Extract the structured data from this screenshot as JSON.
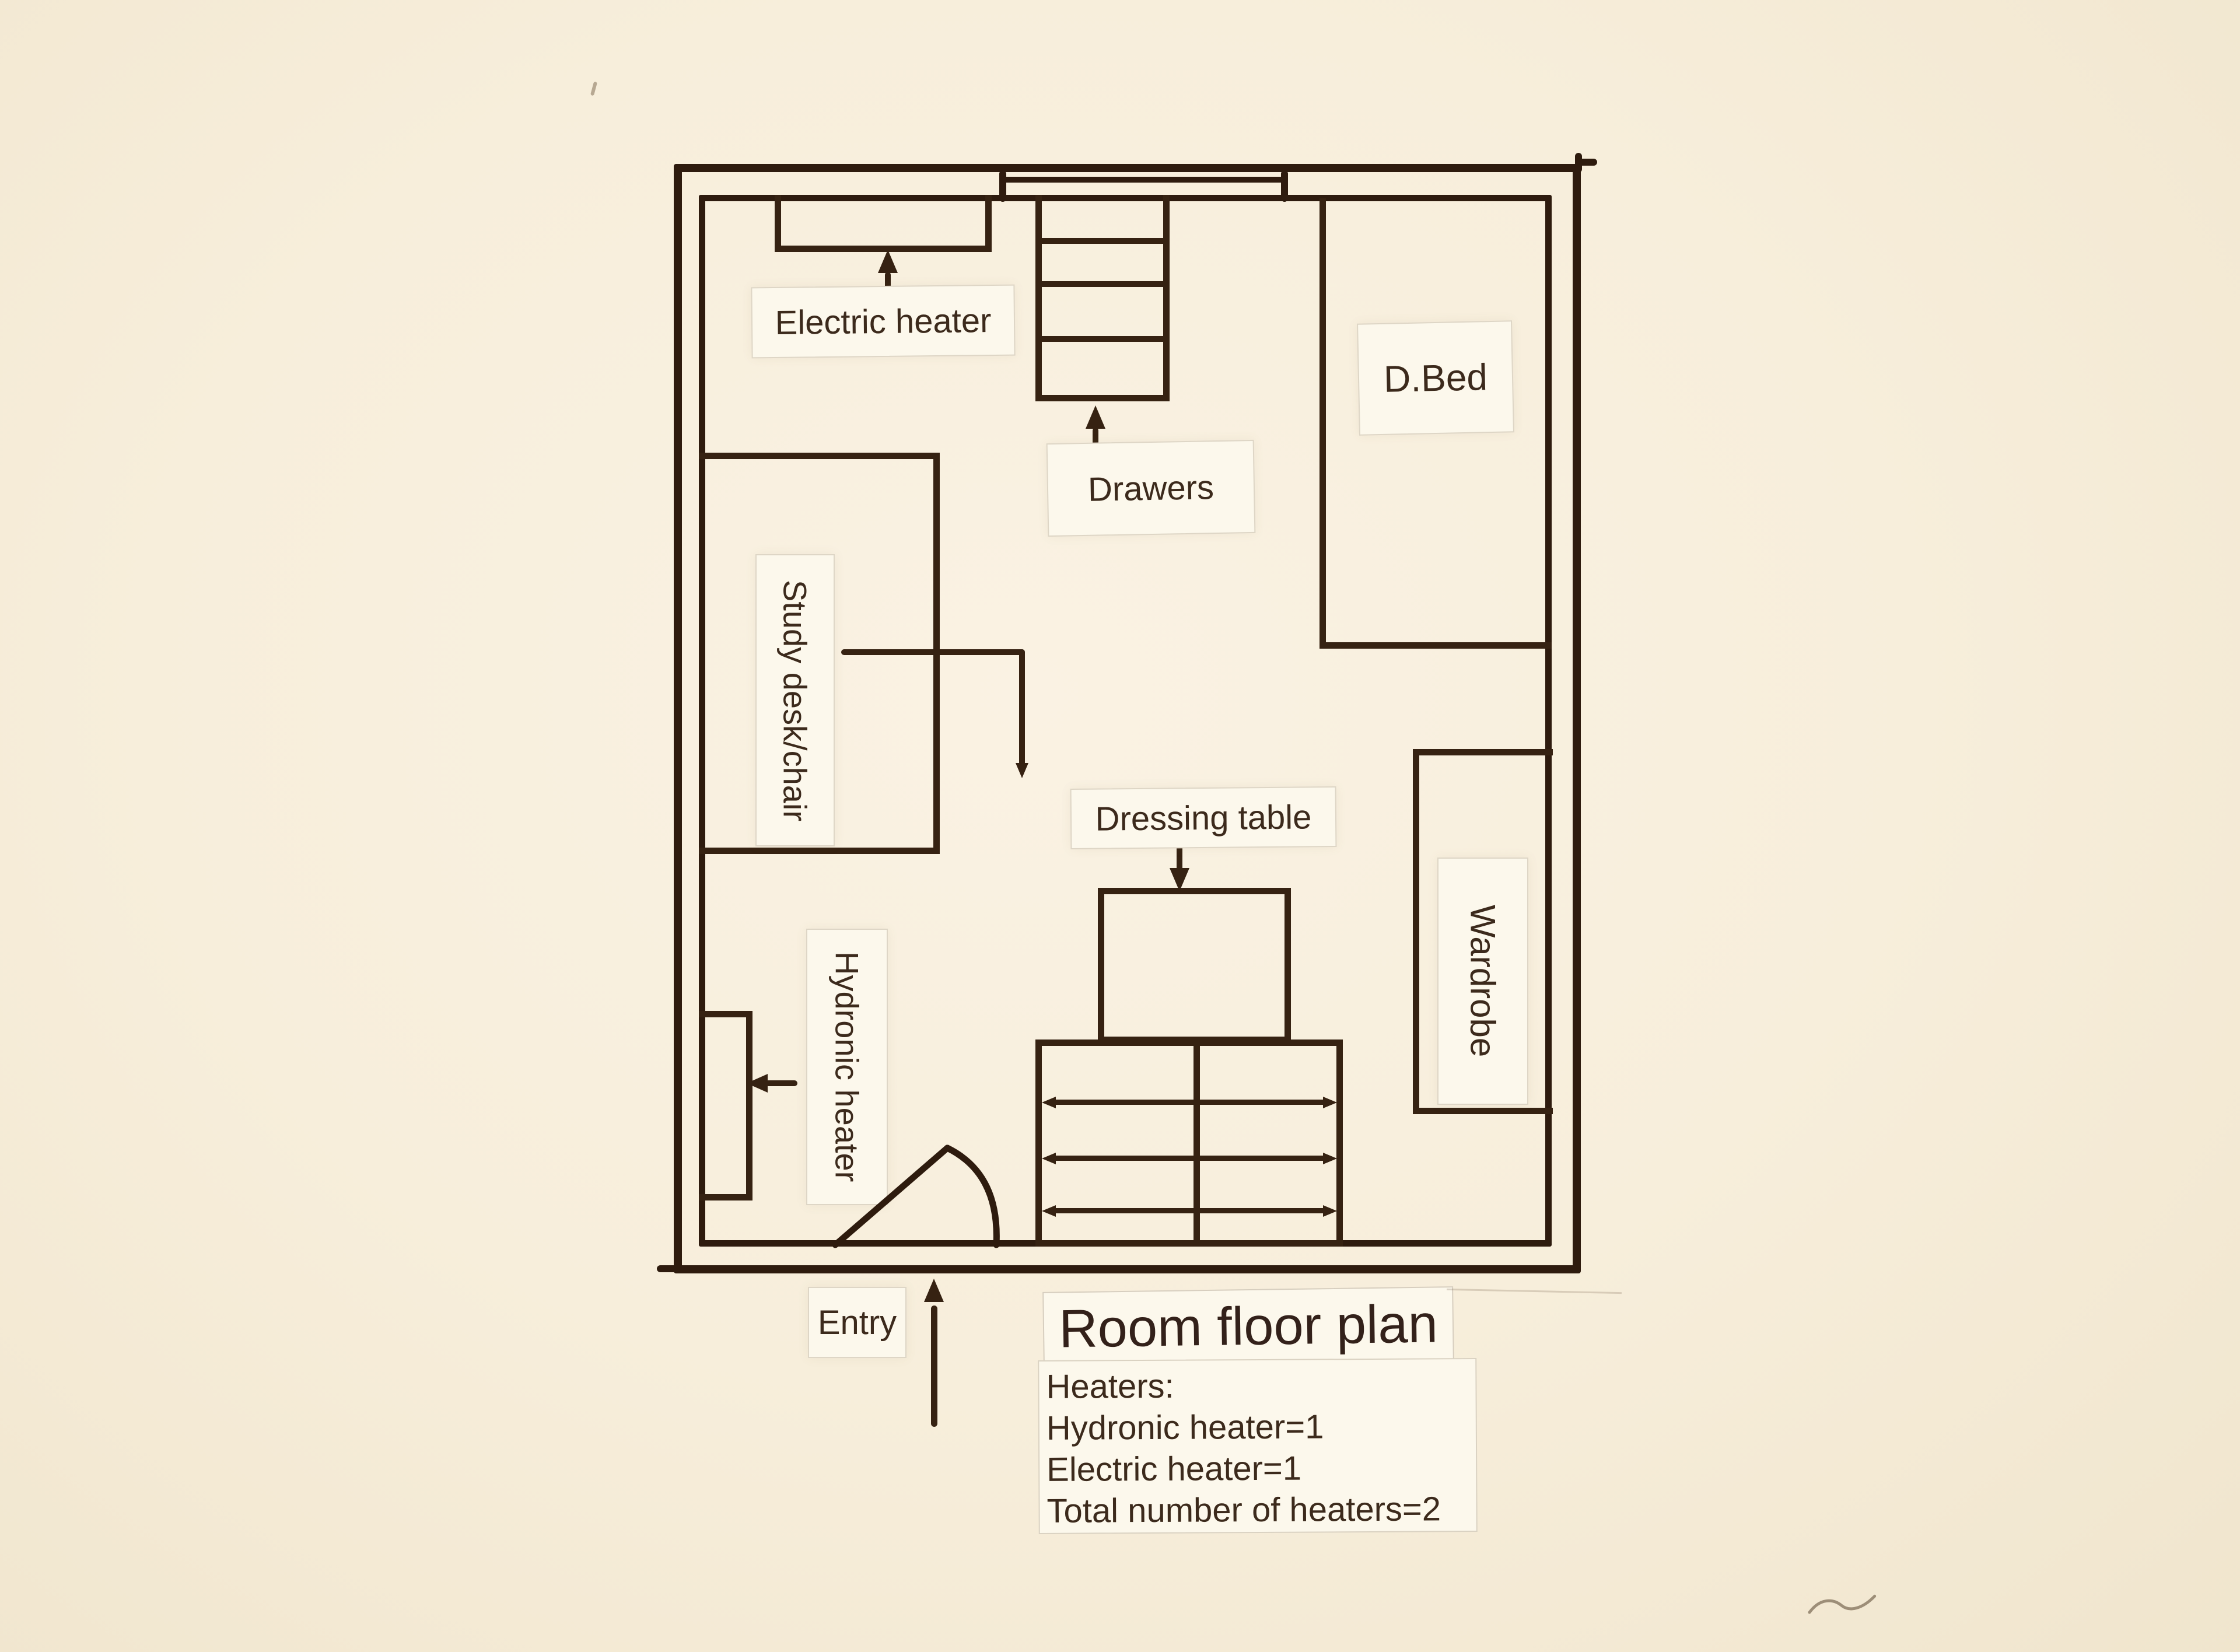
{
  "title": "Room floor plan",
  "labels": {
    "electric_heater": "Electric heater",
    "drawers": "Drawers",
    "double_bed": "D.Bed",
    "study_desk": "Study desk/chair",
    "dressing_table": "Dressing table",
    "wardrobe": "Wardrobe",
    "hydronic_heater": "Hydronic heater",
    "entry": "Entry"
  },
  "notes": {
    "heading": "Heaters:",
    "lines": [
      "Hydronic heater=1",
      "Electric heater=1",
      "Total number of heaters=2"
    ]
  },
  "colors": {
    "background": "#f7eedb",
    "ink": "#2e1b0e",
    "ink_soft": "#362212",
    "text": "#3c2a1c",
    "patch": "#fcf8ec"
  }
}
